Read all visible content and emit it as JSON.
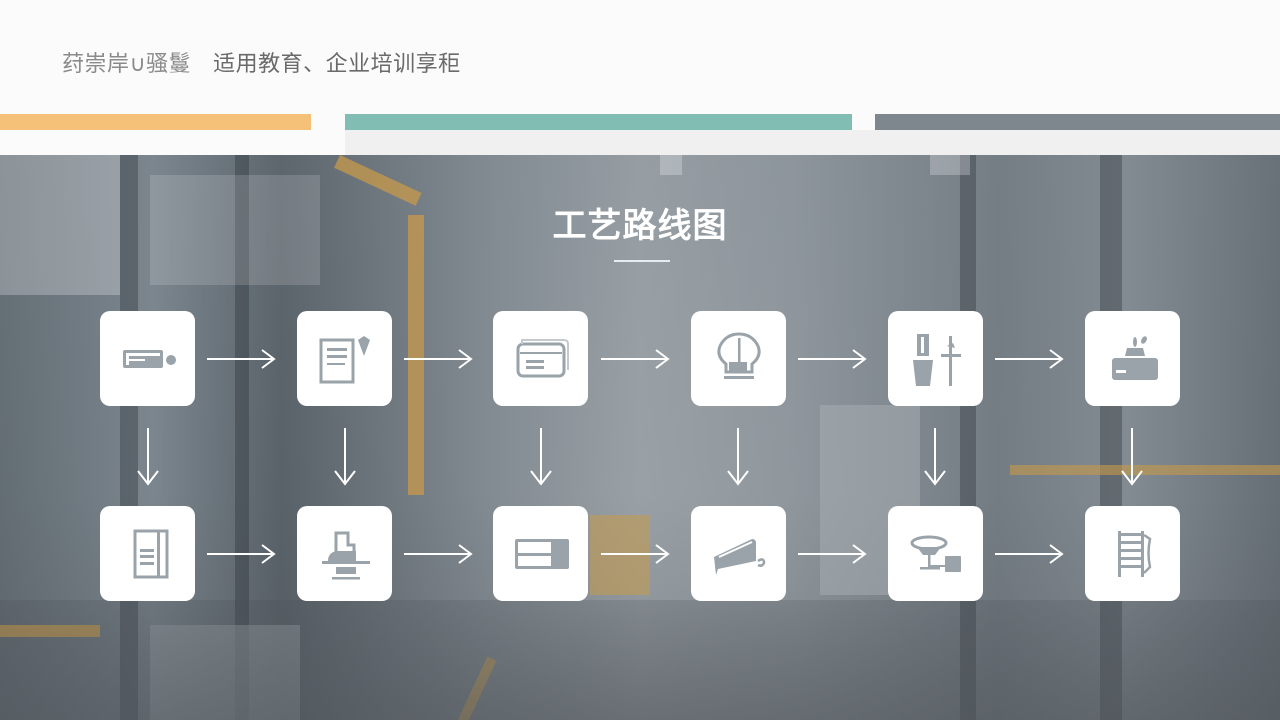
{
  "header": {
    "brand_text": "荮崇岸∪骚鬘",
    "subtitle": "适用教育、企业培训享秬",
    "stripes": [
      {
        "name": "orange",
        "color": "#f5c078"
      },
      {
        "name": "teal",
        "color": "#82bdb4"
      },
      {
        "name": "gray",
        "color": "#7e868e"
      }
    ]
  },
  "main": {
    "title": "工艺路线图",
    "icon_color": "#9aa3aa",
    "rows": [
      {
        "nodes": [
          {
            "icon": "id-card-icon"
          },
          {
            "icon": "document-with-tag-icon"
          },
          {
            "icon": "stacked-cards-icon"
          },
          {
            "icon": "bulb-gauge-icon"
          },
          {
            "icon": "tools-cup-icon"
          },
          {
            "icon": "workbench-icon"
          }
        ]
      },
      {
        "nodes": [
          {
            "icon": "panel-document-icon"
          },
          {
            "icon": "press-machine-icon"
          },
          {
            "icon": "split-panel-icon"
          },
          {
            "icon": "blade-icon"
          },
          {
            "icon": "antenna-station-icon"
          },
          {
            "icon": "shelf-rack-icon"
          }
        ]
      }
    ]
  }
}
